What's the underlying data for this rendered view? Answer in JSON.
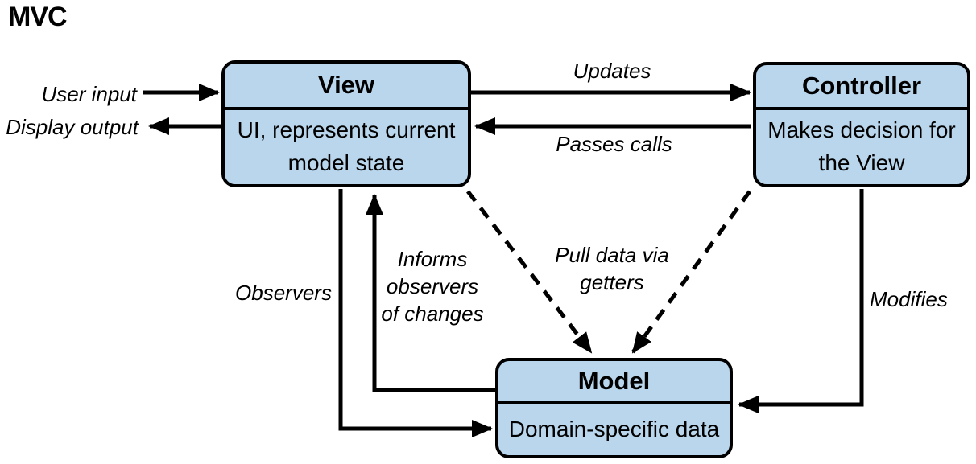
{
  "title": "MVC",
  "colors": {
    "node_fill": "#B9D6EC",
    "node_border": "#000000",
    "arrow": "#000000",
    "background": "#FFFFFF"
  },
  "nodes": [
    {
      "id": "view",
      "title": "View",
      "description": "UI, represents current model state"
    },
    {
      "id": "controller",
      "title": "Controller",
      "description": "Makes decision for the View"
    },
    {
      "id": "model",
      "title": "Model",
      "description": "Domain-specific data"
    }
  ],
  "edges": [
    {
      "from": "user",
      "to": "view",
      "label": "User input",
      "style": "solid"
    },
    {
      "from": "view",
      "to": "user",
      "label": "Display output",
      "style": "solid"
    },
    {
      "from": "view",
      "to": "controller",
      "label": "Updates",
      "style": "solid"
    },
    {
      "from": "controller",
      "to": "view",
      "label": "Passes calls",
      "style": "solid"
    },
    {
      "from": "view",
      "to": "model",
      "label": "Observers",
      "style": "solid"
    },
    {
      "from": "model",
      "to": "view",
      "label": "Informs observers of changes",
      "style": "solid"
    },
    {
      "from": "view",
      "to": "model",
      "label": "Pull data via getters",
      "style": "dashed"
    },
    {
      "from": "controller",
      "to": "model",
      "label": "Pull data via getters",
      "style": "dashed"
    },
    {
      "from": "controller",
      "to": "model",
      "label": "Modifies",
      "style": "solid"
    }
  ]
}
